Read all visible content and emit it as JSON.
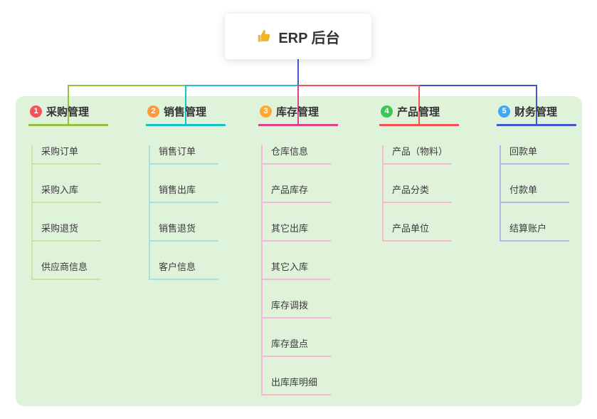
{
  "root": {
    "label": "ERP 后台",
    "icon": "thumbs-up",
    "icon_color": "#f0b32a"
  },
  "connector": {
    "root": "#4257ce"
  },
  "panel": {
    "background": "#dff2da"
  },
  "branches": [
    {
      "badge": "1",
      "title": "采购管理",
      "color": "#93c13c",
      "light": "#cbe3a3",
      "badge_color": "#f8515c",
      "children": [
        "采购订单",
        "采购入库",
        "采购退货",
        "供应商信息"
      ]
    },
    {
      "badge": "2",
      "title": "销售管理",
      "color": "#19bfc9",
      "light": "#a3e4e2",
      "badge_color": "#ff9a3c",
      "children": [
        "销售订单",
        "销售出库",
        "销售退货",
        "客户信息"
      ]
    },
    {
      "badge": "3",
      "title": "库存管理",
      "color": "#d8418c",
      "light": "#f3b9d3",
      "badge_color": "#ffaa2e",
      "children": [
        "仓库信息",
        "产品库存",
        "其它出库",
        "其它入库",
        "库存调拨",
        "库存盘点",
        "出库库明细"
      ]
    },
    {
      "badge": "4",
      "title": "产品管理",
      "color": "#ef5350",
      "light": "#f8bcc4",
      "badge_color": "#3ec556",
      "children": [
        "产品（物料）",
        "产品分类",
        "产品单位"
      ]
    },
    {
      "badge": "5",
      "title": "财务管理",
      "color": "#4257ce",
      "light": "#aeb9ec",
      "badge_color": "#3fa9f5",
      "children": [
        "回款单",
        "付款单",
        "结算账户"
      ]
    }
  ]
}
